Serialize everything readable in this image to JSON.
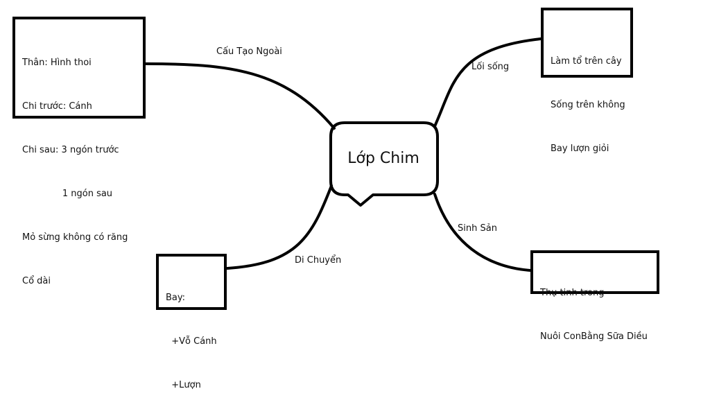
{
  "center": {
    "title": "Lớp Chim"
  },
  "branches": {
    "structure": {
      "label": "Cấu Tạo Ngoài",
      "lines": [
        "Thân: Hình thoi",
        "Chi trước: Cánh",
        "Chi sau: 3 ngón trước",
        "              1 ngón sau",
        "Mỏ sừng không có răng",
        "Cổ dài"
      ]
    },
    "lifestyle": {
      "label": "Lối sống",
      "lines": [
        "Làm tổ trên cây",
        "Sống trên không",
        "Bay lượn giỏi"
      ]
    },
    "movement": {
      "label": "Di Chuyển",
      "lines": [
        "Bay:",
        "  +Vỗ Cánh",
        "  +Lượn"
      ]
    },
    "reproduction": {
      "label": "Sinh Sản",
      "lines": [
        "Thụ tinh trong",
        "Nuôi ConBằng Sữa Diều"
      ]
    }
  }
}
